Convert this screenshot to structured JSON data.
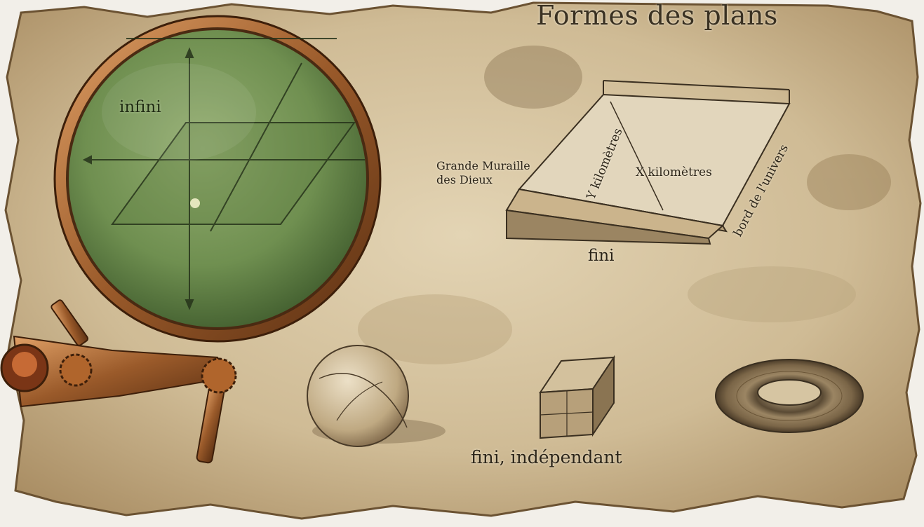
{
  "title": "Formes des plans",
  "labels": {
    "infinite": "infini",
    "great_wall_line1": "Grande Muraille",
    "great_wall_line2": "des Dieux",
    "y_km": "Y kilomètres",
    "x_km": "X kilomètres",
    "edge": "bord de l'univers",
    "finite": "fini",
    "finite_independent": "fini, indépendant"
  },
  "icons": [
    "magnifying-glass-icon",
    "sphere-icon",
    "cube-icon",
    "torus-icon"
  ],
  "colors": {
    "parchment": "#d9c7a4",
    "parchment_dark": "#a88c62",
    "lens_green": "#6f8f50",
    "brass": "#9a5a2a",
    "ink": "#2b2418"
  }
}
